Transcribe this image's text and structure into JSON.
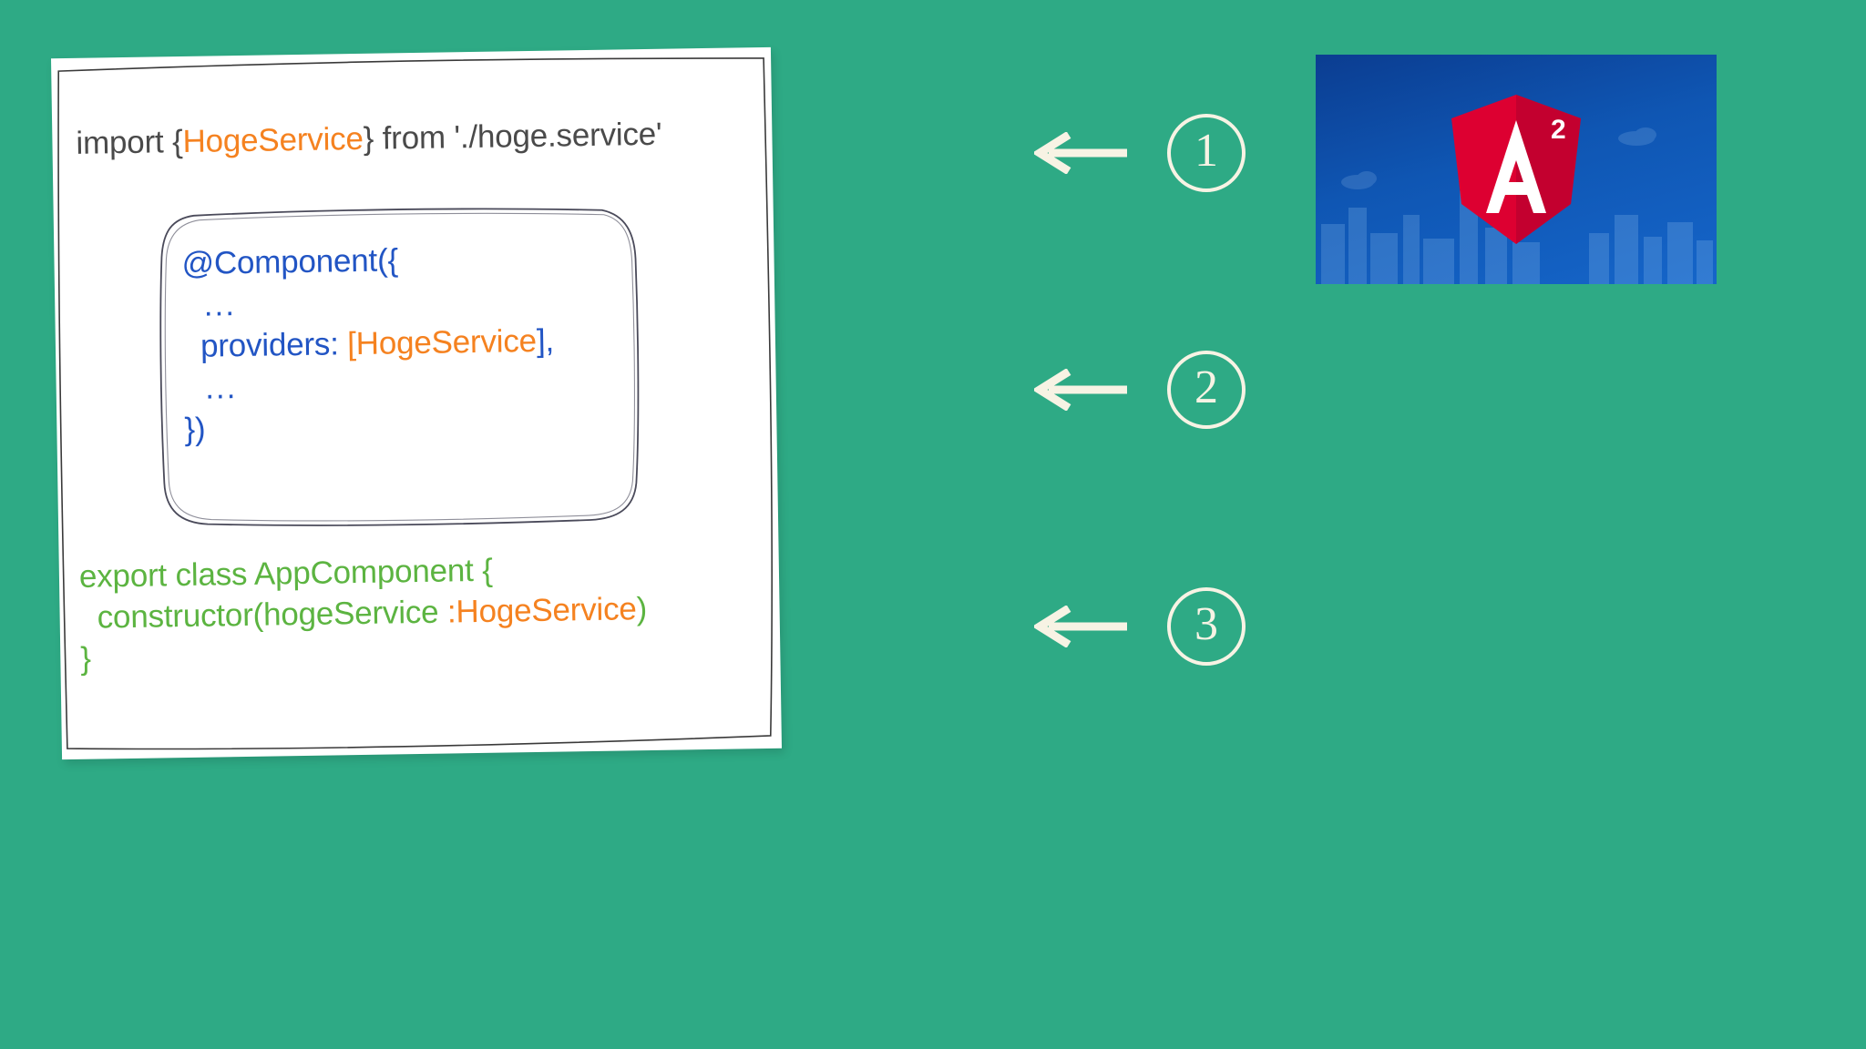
{
  "background_color": "#2eaa85",
  "colors": {
    "background": "#2eaa85",
    "paper": "#ffffff",
    "annotation": "#f7f3e4",
    "token_plain": "#4a4a4a",
    "token_orange": "#f58220",
    "token_blue": "#2255c4",
    "token_green": "#5cb441",
    "logo_red": "#dd0031",
    "logo_red_dark": "#c3002f",
    "logo_blue": "#0f56b3"
  },
  "code": {
    "import_line": {
      "segments": [
        {
          "text": "import {",
          "color": "plain"
        },
        {
          "text": "HogeService",
          "color": "orange"
        },
        {
          "text": "} from './hoge.service'",
          "color": "plain"
        }
      ],
      "plain_text": "import {HogeService} from './hoge.service'"
    },
    "decorator_block": {
      "lines": [
        {
          "segments": [
            {
              "text": "@Component({",
              "color": "blue"
            }
          ],
          "plain_text": "@Component({"
        },
        {
          "segments": [
            {
              "text": "  ...",
              "color": "blue"
            }
          ],
          "plain_text": "  ..."
        },
        {
          "segments": [
            {
              "text": "  providers: ",
              "color": "blue"
            },
            {
              "text": "[HogeService",
              "color": "orange"
            },
            {
              "text": "],",
              "color": "blue"
            }
          ],
          "plain_text": "  providers: [HogeService],"
        },
        {
          "segments": [
            {
              "text": "  ...",
              "color": "blue"
            }
          ],
          "plain_text": "  ..."
        },
        {
          "segments": [
            {
              "text": "})",
              "color": "blue"
            }
          ],
          "plain_text": "})"
        }
      ]
    },
    "class_block": {
      "lines": [
        {
          "segments": [
            {
              "text": "export class AppComponent {",
              "color": "green"
            }
          ],
          "plain_text": "export class AppComponent {"
        },
        {
          "segments": [
            {
              "text": "  constructor(hogeService ",
              "color": "green"
            },
            {
              "text": ":HogeService",
              "color": "orange"
            },
            {
              "text": ")",
              "color": "green"
            }
          ],
          "plain_text": "  constructor(hogeService :HogeService)"
        },
        {
          "segments": [
            {
              "text": "}",
              "color": "green"
            }
          ],
          "plain_text": "}"
        }
      ]
    }
  },
  "annotations": [
    {
      "id": "annotation-1",
      "number": "1",
      "arrow": "left-arrow-icon",
      "target": "import-line"
    },
    {
      "id": "annotation-2",
      "number": "2",
      "arrow": "left-arrow-icon",
      "target": "decorator-block"
    },
    {
      "id": "annotation-3",
      "number": "3",
      "arrow": "left-arrow-icon",
      "target": "class-block"
    }
  ],
  "logo": {
    "name": "angular-2-logo",
    "letter": "A",
    "superscript": "2"
  }
}
